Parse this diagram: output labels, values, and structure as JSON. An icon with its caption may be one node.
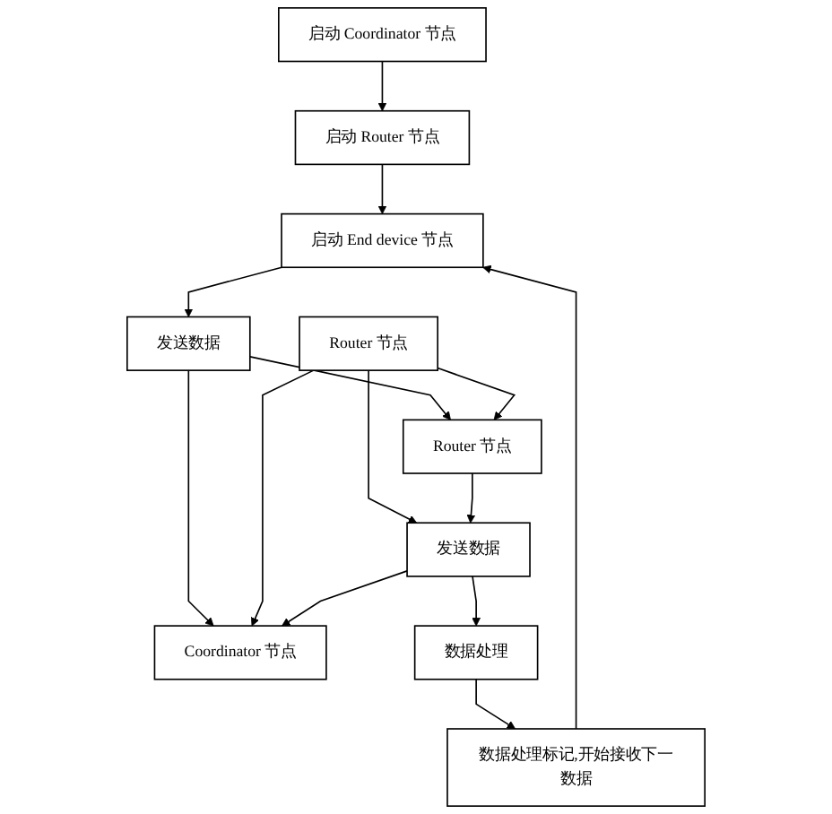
{
  "diagram": {
    "nodes": [
      {
        "text": [
          "启动 Coordinator 节点"
        ]
      },
      {
        "text": [
          "启动 Router 节点"
        ]
      },
      {
        "text": [
          "启动 End device 节点"
        ]
      },
      {
        "text": [
          "发送数据"
        ]
      },
      {
        "text": [
          "Router 节点"
        ]
      },
      {
        "text": [
          "Coordinator 节点"
        ]
      },
      {
        "text": [
          "Router 节点"
        ]
      },
      {
        "text": [
          "发送数据"
        ]
      },
      {
        "text": [
          "数据处理"
        ]
      },
      {
        "text": [
          "数据处理标记,开始接收下一数据"
        ]
      }
    ],
    "edges": [
      {
        "from": 0,
        "to": 1,
        "arrow": "to"
      },
      {
        "from": 1,
        "to": 2,
        "arrow": "to"
      },
      {
        "from": 2,
        "to": 3,
        "arrow": "to"
      },
      {
        "from": 3,
        "to": 5,
        "arrow": "to"
      },
      {
        "from": 3,
        "to": 6,
        "arrow": "to"
      },
      {
        "from": 4,
        "to": 5,
        "arrow": "to"
      },
      {
        "from": 4,
        "to": 6,
        "arrow": "to"
      },
      {
        "from": 4,
        "to": 7,
        "arrow": "to"
      },
      {
        "from": 6,
        "to": 7,
        "arrow": "to"
      },
      {
        "from": 7,
        "to": 5,
        "arrow": "to"
      },
      {
        "from": 7,
        "to": 8,
        "arrow": "to"
      },
      {
        "from": 8,
        "to": 9,
        "arrow": "to"
      },
      {
        "from": 9,
        "to": 2,
        "arrow": "to"
      }
    ]
  }
}
